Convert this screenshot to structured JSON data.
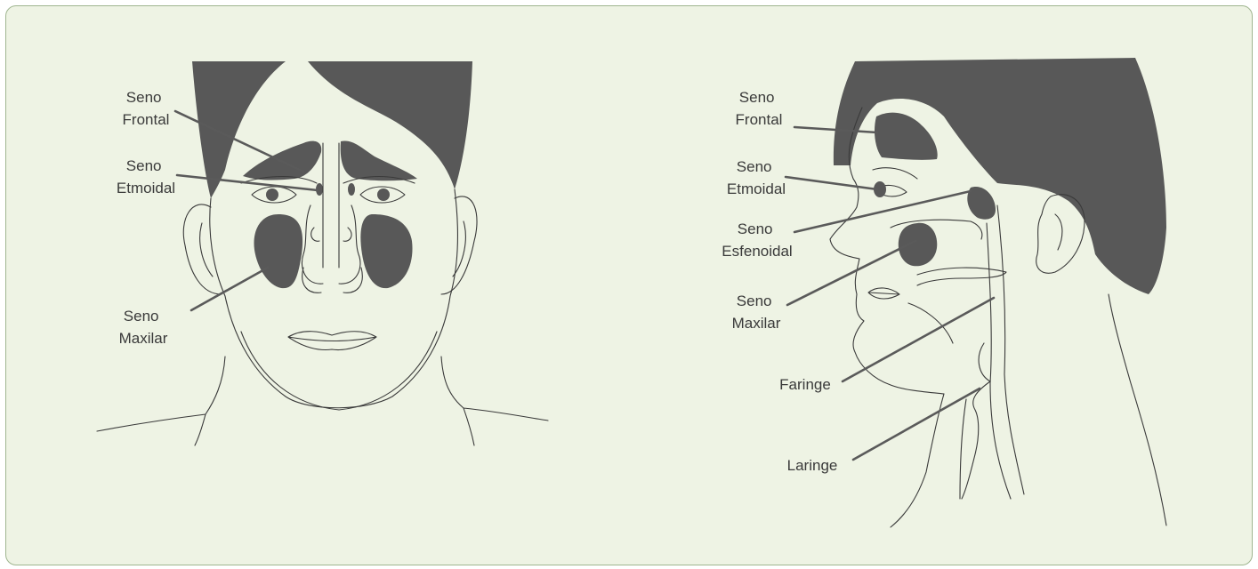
{
  "colors": {
    "background": "#eef3e4",
    "border": "#9fb58f",
    "shading": "#585858",
    "text": "#3a3a3a"
  },
  "front": {
    "seno_frontal": [
      "Seno",
      "Frontal"
    ],
    "seno_etmoidal": [
      "Seno",
      "Etmoidal"
    ],
    "seno_maxilar": [
      "Seno",
      "Maxilar"
    ]
  },
  "profile": {
    "seno_frontal": [
      "Seno",
      "Frontal"
    ],
    "seno_etmoidal": [
      "Seno",
      "Etmoidal"
    ],
    "seno_esfenoidal": [
      "Seno",
      "Esfenoidal"
    ],
    "seno_maxilar": [
      "Seno",
      "Maxilar"
    ],
    "faringe": "Faringe",
    "laringe": "Laringe"
  }
}
